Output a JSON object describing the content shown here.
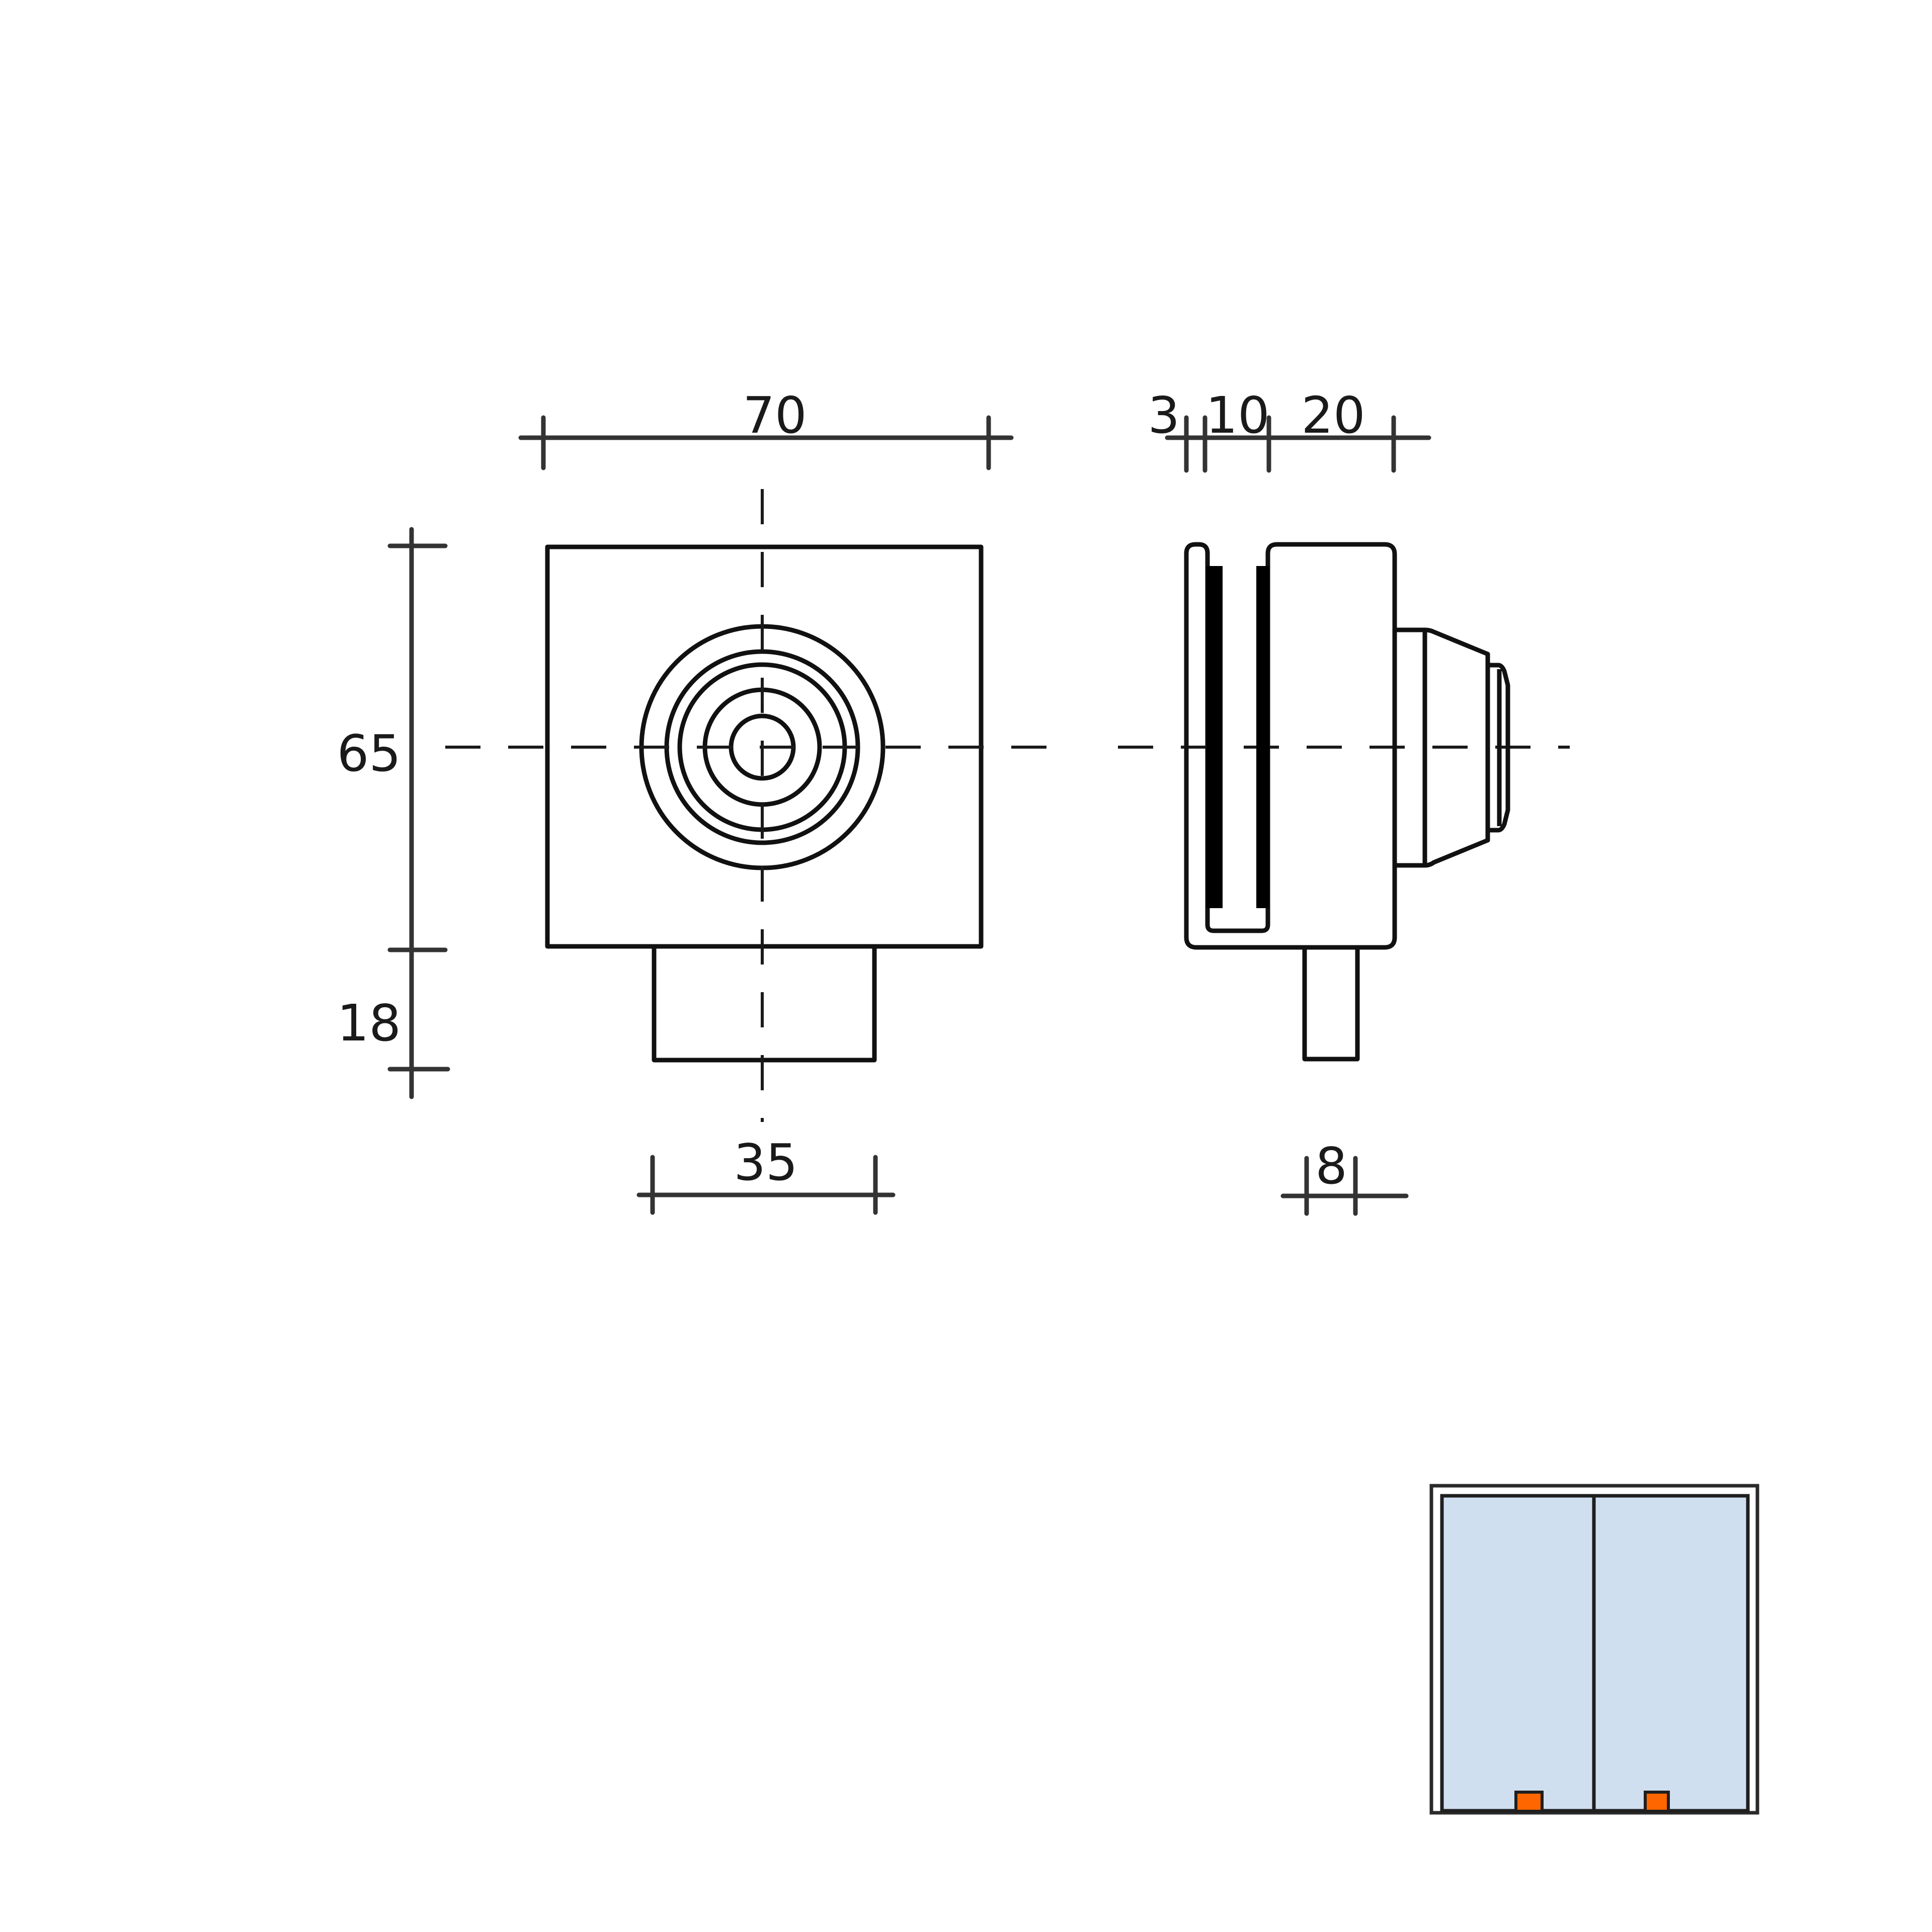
{
  "drawing": {
    "type": "technical-dimension-drawing",
    "units": "mm",
    "front_view": {
      "width_label": "70",
      "height_label": "65",
      "stem_height_label": "18",
      "stem_width_label": "35"
    },
    "side_view": {
      "segment_labels": [
        "3",
        "10",
        "20"
      ],
      "stem_width_label": "8"
    },
    "legend_icon": {
      "description": "double glass door panel with two bottom fittings",
      "glass_color": "#d0dff0",
      "frame_color": "#2a2a2a",
      "marker_color": "#ff6600",
      "marker_count": 2
    }
  },
  "colors": {
    "line": "#111111",
    "background": "#ffffff"
  }
}
